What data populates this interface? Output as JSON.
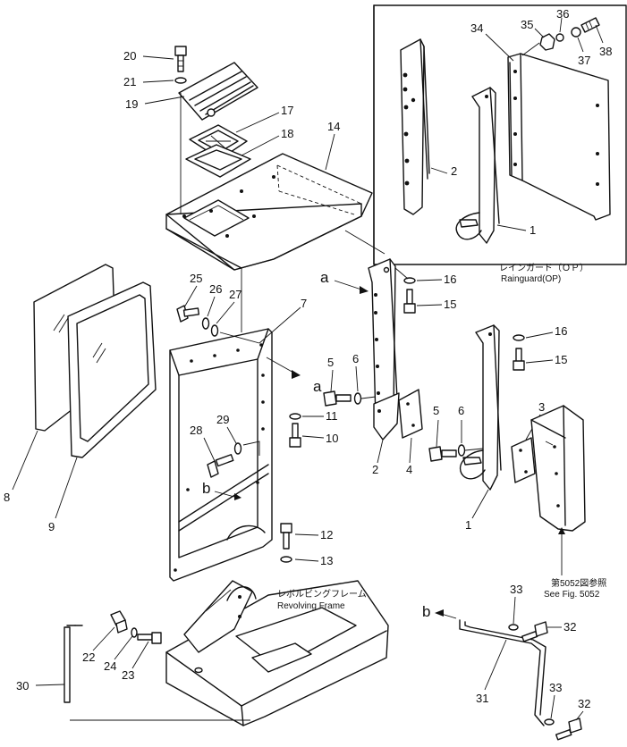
{
  "callouts": {
    "c1a": "1",
    "c1b": "1",
    "c2a": "2",
    "c2b": "2",
    "c3": "3",
    "c4": "4",
    "c5a": "5",
    "c5b": "5",
    "c6a": "6",
    "c6b": "6",
    "c7": "7",
    "c8": "8",
    "c9": "9",
    "c10": "10",
    "c11": "11",
    "c12": "12",
    "c13": "13",
    "c14": "14",
    "c15a": "15",
    "c15b": "15",
    "c16a": "16",
    "c16b": "16",
    "c17": "17",
    "c18": "18",
    "c19": "19",
    "c20": "20",
    "c21": "21",
    "c22": "22",
    "c23": "23",
    "c24": "24",
    "c25": "25",
    "c26": "26",
    "c27": "27",
    "c28": "28",
    "c29": "29",
    "c30": "30",
    "c31": "31",
    "c32a": "32",
    "c32b": "32",
    "c33a": "33",
    "c33b": "33",
    "c34": "34",
    "c35": "35",
    "c36": "36",
    "c37": "37",
    "c38": "38"
  },
  "view_markers": {
    "a1": "a",
    "a2": "a",
    "b1": "b",
    "b2": "b"
  },
  "captions": {
    "rainguard_jp": "レインガード（ＯＰ）",
    "rainguard_en": "Rainguard(OP)",
    "revolving_jp": "レボルビングフレーム",
    "revolving_en": "Revolving Frame",
    "see_fig_jp": "第5052図参照",
    "see_fig_en": "See Fig. 5052"
  }
}
